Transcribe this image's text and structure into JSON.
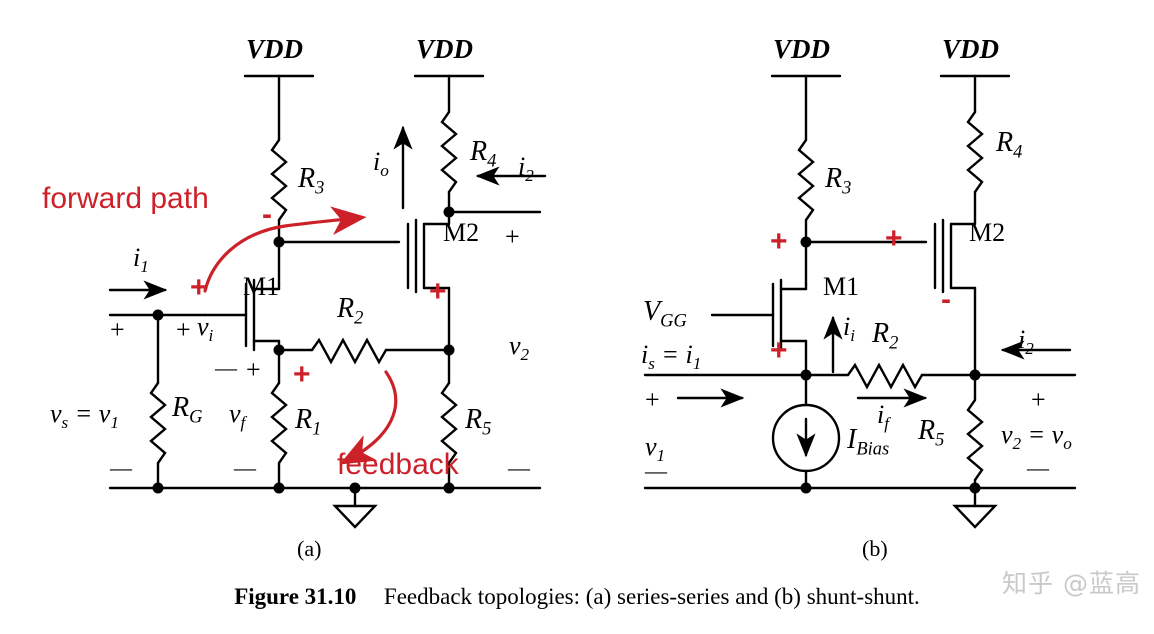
{
  "figure": {
    "number": "Figure 31.10",
    "caption": "Feedback topologies: (a) series-series and (b) shunt-shunt.",
    "watermark": "知乎 @蓝高",
    "accent_red": "#cc2129",
    "line_color": "#000000"
  },
  "panels": [
    {
      "id": "a",
      "label": "(a)",
      "topology": "series-series"
    },
    {
      "id": "b",
      "label": "(b)",
      "topology": "shunt-shunt"
    }
  ],
  "circuit_a": {
    "annotations": [
      {
        "name": "forward-path",
        "text": "forward path"
      },
      {
        "name": "feedback",
        "text": "feedback"
      }
    ],
    "supplies": [
      {
        "name": "vdd-left",
        "text": "VDD"
      },
      {
        "name": "vdd-right",
        "text": "VDD"
      }
    ],
    "devices": [
      {
        "name": "m1",
        "text": "M1",
        "type": "nmos"
      },
      {
        "name": "m2",
        "text": "M2",
        "type": "pmos"
      }
    ],
    "resistors": [
      {
        "name": "r3",
        "base": "R",
        "sub": "3"
      },
      {
        "name": "r4",
        "base": "R",
        "sub": "4"
      },
      {
        "name": "r2",
        "base": "R",
        "sub": "2"
      },
      {
        "name": "r1",
        "base": "R",
        "sub": "1"
      },
      {
        "name": "r5",
        "base": "R",
        "sub": "5"
      },
      {
        "name": "rg",
        "base": "R",
        "sub": "G"
      }
    ],
    "currents": [
      {
        "name": "i1",
        "base": "i",
        "sub": "1"
      },
      {
        "name": "io",
        "base": "i",
        "sub": "o"
      },
      {
        "name": "i2",
        "base": "i",
        "sub": "2"
      }
    ],
    "voltages": [
      {
        "name": "vs-eq-v1",
        "text": "v",
        "sub": "s",
        "eq": "= v",
        "eqsub": "1"
      },
      {
        "name": "vi",
        "base": "v",
        "sub": "i"
      },
      {
        "name": "vf",
        "base": "v",
        "sub": "f"
      },
      {
        "name": "v2",
        "base": "v",
        "sub": "2"
      }
    ],
    "polarity_marks": [
      {
        "name": "gate-plus-red",
        "text": "+",
        "color": "red"
      },
      {
        "name": "drain-minus-red",
        "text": "-",
        "color": "red"
      },
      {
        "name": "r1-plus-red",
        "text": "+",
        "color": "red"
      },
      {
        "name": "m2-source-plus-red",
        "text": "+",
        "color": "red"
      },
      {
        "name": "vs-plus",
        "text": "+",
        "color": "black"
      },
      {
        "name": "vs-minus",
        "text": "—",
        "color": "black"
      },
      {
        "name": "vi-plus",
        "text": "+",
        "color": "black"
      },
      {
        "name": "vi-minus",
        "text": "—",
        "color": "black"
      },
      {
        "name": "vf-plus",
        "text": "+",
        "color": "black"
      },
      {
        "name": "vf-minus",
        "text": "—",
        "color": "black"
      },
      {
        "name": "v2-plus",
        "text": "+",
        "color": "black"
      },
      {
        "name": "v2-minus",
        "text": "—",
        "color": "black"
      }
    ]
  },
  "circuit_b": {
    "supplies": [
      {
        "name": "vdd-left",
        "text": "VDD"
      },
      {
        "name": "vdd-right",
        "text": "VDD"
      }
    ],
    "devices": [
      {
        "name": "m1",
        "text": "M1",
        "type": "nmos"
      },
      {
        "name": "m2",
        "text": "M2",
        "type": "pmos"
      }
    ],
    "resistors": [
      {
        "name": "r3",
        "base": "R",
        "sub": "3"
      },
      {
        "name": "r4",
        "base": "R",
        "sub": "4"
      },
      {
        "name": "r2",
        "base": "R",
        "sub": "2"
      },
      {
        "name": "r5",
        "base": "R",
        "sub": "5"
      }
    ],
    "sources": [
      {
        "name": "vgg",
        "base": "V",
        "sub": "GG"
      },
      {
        "name": "ibias",
        "base": "I",
        "sub": "Bias"
      }
    ],
    "currents": [
      {
        "name": "is-eq-i1",
        "base": "i",
        "sub": "s",
        "eq": "= i",
        "eqsub": "1"
      },
      {
        "name": "ii",
        "base": "i",
        "sub": "i"
      },
      {
        "name": "if",
        "base": "i",
        "sub": "f"
      },
      {
        "name": "i2",
        "base": "i",
        "sub": "2"
      }
    ],
    "voltages": [
      {
        "name": "v1",
        "base": "v",
        "sub": "1"
      },
      {
        "name": "v2-eq-vo",
        "base": "v",
        "sub": "2",
        "eq": "= v",
        "eqsub": "o"
      }
    ],
    "polarity_marks": [
      {
        "name": "drain-plus-red",
        "text": "+",
        "color": "red"
      },
      {
        "name": "gate-plus-red",
        "text": "+",
        "color": "red"
      },
      {
        "name": "m2-minus-red",
        "text": "-",
        "color": "red"
      },
      {
        "name": "source-plus-red",
        "text": "+",
        "color": "red"
      },
      {
        "name": "v1-plus",
        "text": "+",
        "color": "black"
      },
      {
        "name": "v1-minus",
        "text": "—",
        "color": "black"
      },
      {
        "name": "v2-plus",
        "text": "+",
        "color": "black"
      },
      {
        "name": "v2-minus",
        "text": "—",
        "color": "black"
      }
    ]
  }
}
